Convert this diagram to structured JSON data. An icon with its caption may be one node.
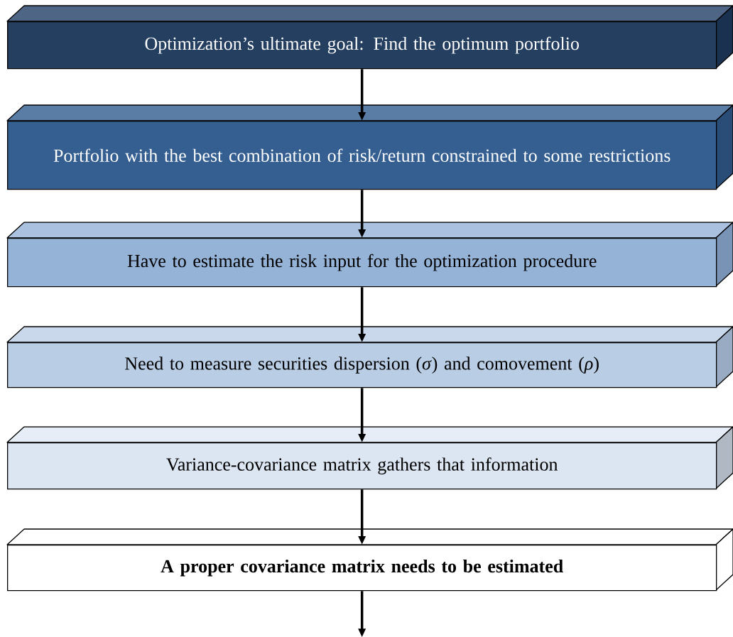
{
  "diagram": {
    "nodes": [
      {
        "text": [
          "Optimization’s ultimate goal: Find the optimum portfolio"
        ]
      },
      {
        "text": [
          "Portfolio with the best combination of risk/return constrained to some restrictions"
        ]
      },
      {
        "text": [
          "Have to estimate the risk input for the optimization procedure"
        ]
      },
      {
        "text": [
          "Need to measure securities dispersion (*σ*) and comovement (*ρ*)"
        ]
      },
      {
        "text": [
          "Variance-covariance matrix gathers that information"
        ]
      },
      {
        "text": [
          "A proper covariance matrix needs to be estimated"
        ]
      }
    ],
    "edges": [
      {
        "from": 0,
        "to": 1,
        "arrow": "to"
      },
      {
        "from": 1,
        "to": 2,
        "arrow": "to"
      },
      {
        "from": 2,
        "to": 3,
        "arrow": "to"
      },
      {
        "from": 3,
        "to": 4,
        "arrow": "to"
      },
      {
        "from": 4,
        "to": 5,
        "arrow": "to"
      },
      {
        "from": 5,
        "to": null,
        "arrow": "to"
      }
    ]
  }
}
